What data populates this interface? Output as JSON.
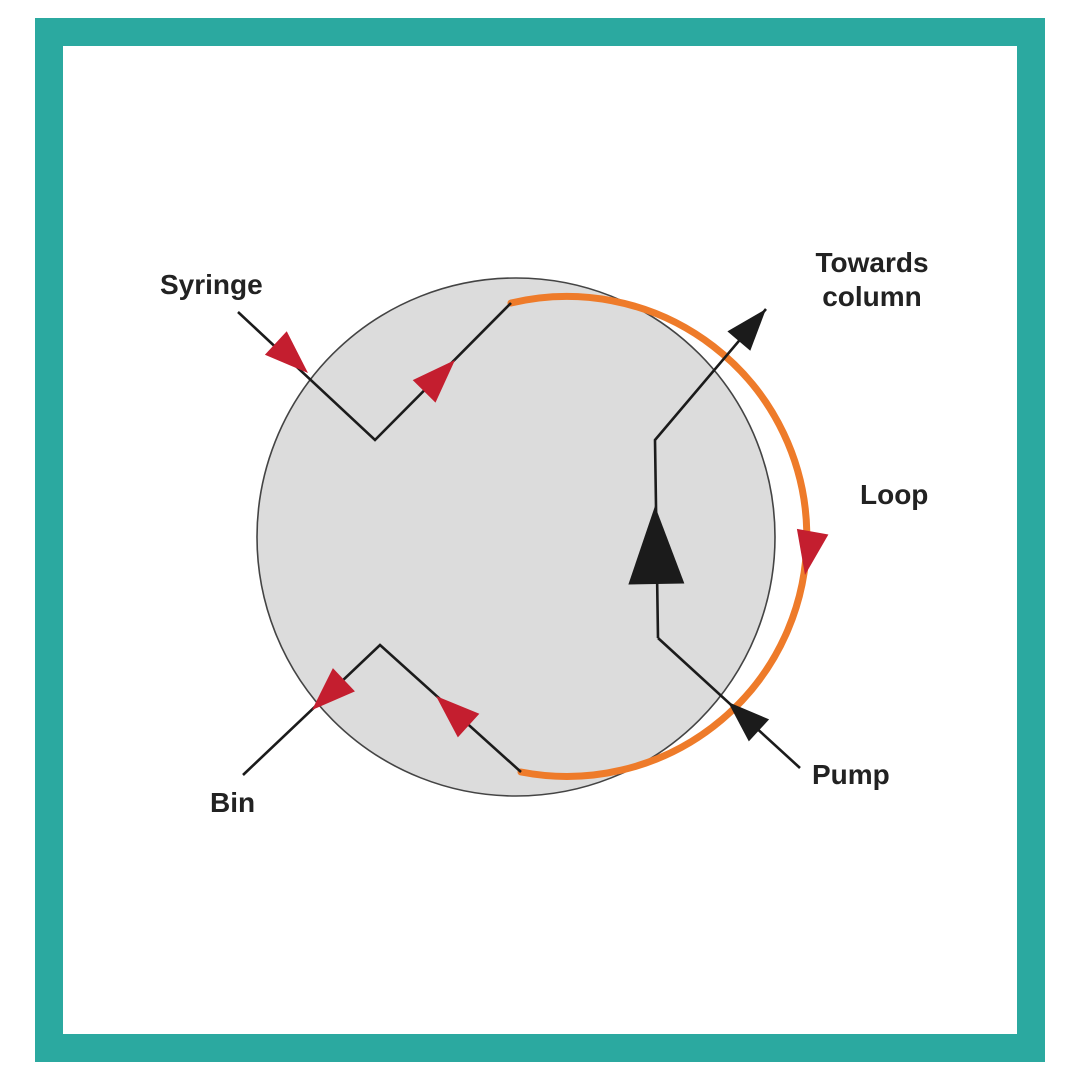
{
  "labels": {
    "syringe": "Syringe",
    "towards_column": [
      "Towards",
      "column"
    ],
    "loop": "Loop",
    "pump": "Pump",
    "bin": "Bin"
  },
  "icons": {
    "valve_body": "valve-body-circle",
    "sample_loop": "sample-loop-arc",
    "red_arrowhead": "flow-direction-arrowhead-red",
    "black_arrowhead": "flow-direction-arrowhead-black"
  },
  "colors": {
    "frame_teal": "#2ba9a0",
    "circle_fill": "#dcdcdc",
    "circle_stroke": "#444444",
    "loop_orange": "#ee7b2a",
    "arrow_red": "#c41e2f",
    "line_black": "#1b1b1b",
    "label_text": "#222222",
    "background": "#ffffff"
  }
}
